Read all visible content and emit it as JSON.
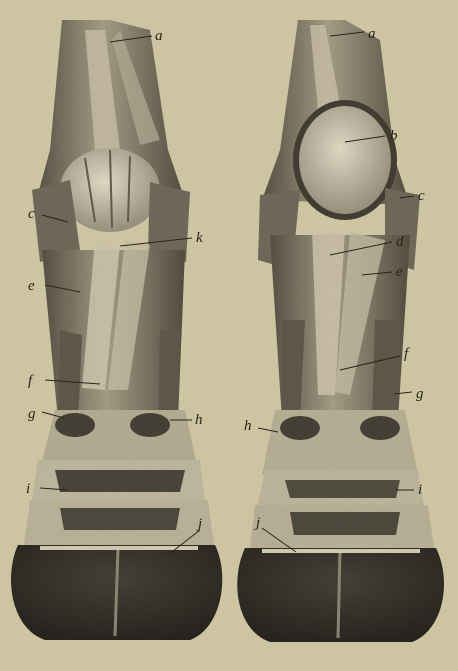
{
  "figure": {
    "left_view": {
      "labels": [
        "a",
        "c",
        "k",
        "e",
        "f",
        "g",
        "h",
        "i",
        "j"
      ]
    },
    "right_view": {
      "labels": [
        "a",
        "b",
        "c",
        "d",
        "e",
        "f",
        "g",
        "h",
        "i",
        "j"
      ]
    }
  }
}
